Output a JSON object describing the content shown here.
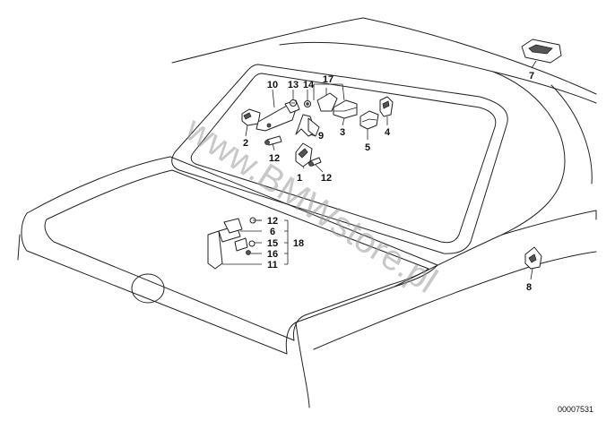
{
  "labels": {
    "l1": "1",
    "l2": "2",
    "l3": "3",
    "l4": "4",
    "l5": "5",
    "l6": "6",
    "l7": "7",
    "l8": "8",
    "l9": "9",
    "l10": "10",
    "l11": "11",
    "l12a": "12",
    "l12b": "12",
    "l12c": "12",
    "l13": "13",
    "l14": "14",
    "l15": "15",
    "l16": "16",
    "l17": "17",
    "l18": "18"
  },
  "watermark": "www.BMWstore.pl",
  "reference_number": "00007531"
}
